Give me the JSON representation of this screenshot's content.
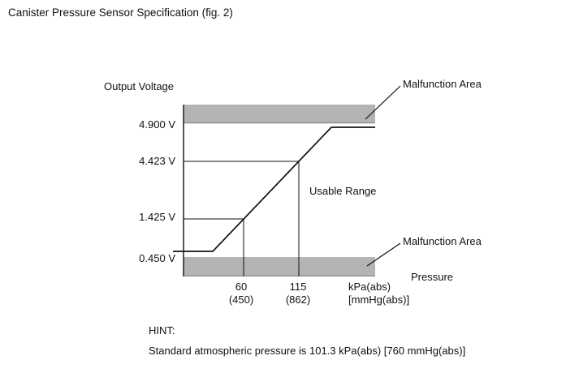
{
  "page": {
    "title": "Canister Pressure Sensor Specification (fig. 2)"
  },
  "colors": {
    "band_gray": "#b4b4b4",
    "band_edge": "#8f8f8f",
    "line": "#111111"
  },
  "chart": {
    "y_axis_title": "Output Voltage",
    "x_axis_title": "Pressure",
    "y_ticks": [
      "4.900 V",
      "4.423 V",
      "1.425 V",
      "0.450 V"
    ],
    "x_ticks": [
      {
        "kpa": "60",
        "mmhg": "(450)"
      },
      {
        "kpa": "115",
        "mmhg": "(862)"
      }
    ],
    "x_unit_line1": "kPa(abs)",
    "x_unit_line2": "[mmHg(abs)]",
    "annotations": {
      "malfunction_top": "Malfunction Area",
      "malfunction_bottom": "Malfunction Area",
      "usable_range": "Usable Range"
    }
  },
  "hint": {
    "label": "HINT:",
    "text": "Standard atmospheric pressure is 101.3 kPa(abs) [760 mmHg(abs)]"
  },
  "chart_data": {
    "type": "line",
    "title": "Canister Pressure Sensor Specification (fig. 2)",
    "xlabel": "Pressure",
    "x_unit": "kPa(abs) [mmHg(abs)]",
    "ylabel": "Output Voltage",
    "y_tick_values_v": [
      4.9,
      4.423,
      1.425,
      0.45
    ],
    "x_tick_values": [
      {
        "pressure_kpa": 60,
        "pressure_mmhg": 450
      },
      {
        "pressure_kpa": 115,
        "pressure_mmhg": 862
      }
    ],
    "key_points": [
      {
        "pressure_kpa": 60,
        "pressure_mmhg": 450,
        "voltage_v": 1.425
      },
      {
        "pressure_kpa": 115,
        "pressure_mmhg": 862,
        "voltage_v": 4.423
      }
    ],
    "malfunction_areas": [
      {
        "region": "above",
        "threshold_v": 4.9,
        "label": "Malfunction Area"
      },
      {
        "region": "below",
        "threshold_v": 0.45,
        "label": "Malfunction Area"
      }
    ],
    "usable_range_label": "Usable Range",
    "curve_shape": "flat slightly above 0.450 V at low pressure, linear rise through (60 kPa, 1.425 V) and (115 kPa, 4.423 V), flat just below 4.900 V at high pressure",
    "grid": false,
    "hint": "Standard atmospheric pressure is 101.3 kPa(abs) [760 mmHg(abs)]"
  }
}
